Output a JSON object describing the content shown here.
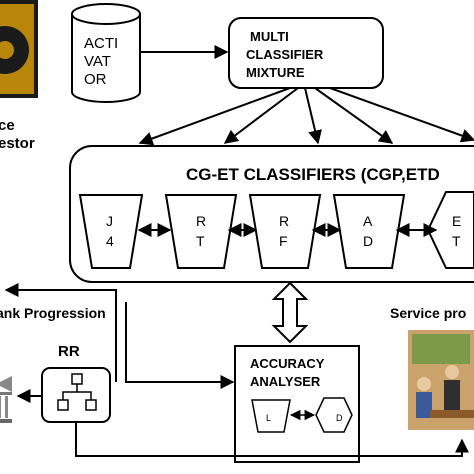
{
  "investor": {
    "label_line1": "ce",
    "label_line2": "estor"
  },
  "activator": {
    "line1": "ACTI",
    "line2": "VAT",
    "line3": "OR"
  },
  "mixture": {
    "line1": "MULTI",
    "line2": "CLASSIFIER",
    "line3": "MIXTURE"
  },
  "classifiers": {
    "title": "CG-ET CLASSIFIERS (CGP,ETD",
    "items": [
      {
        "top": "J",
        "bottom": "4"
      },
      {
        "top": "R",
        "bottom": "T"
      },
      {
        "top": "R",
        "bottom": "F"
      },
      {
        "top": "A",
        "bottom": "D"
      },
      {
        "top": "E",
        "bottom": "T"
      }
    ]
  },
  "rank_progression": "ank Progression",
  "rr_label": "RR",
  "accuracy": {
    "line1": "ACCURACY",
    "line2": "ANALYSER"
  },
  "service_label": "Service pro",
  "colors": {
    "investor_gear_bg": "#b8860b",
    "gear": "#1a1a1a",
    "service_image": "#c9a36b"
  }
}
